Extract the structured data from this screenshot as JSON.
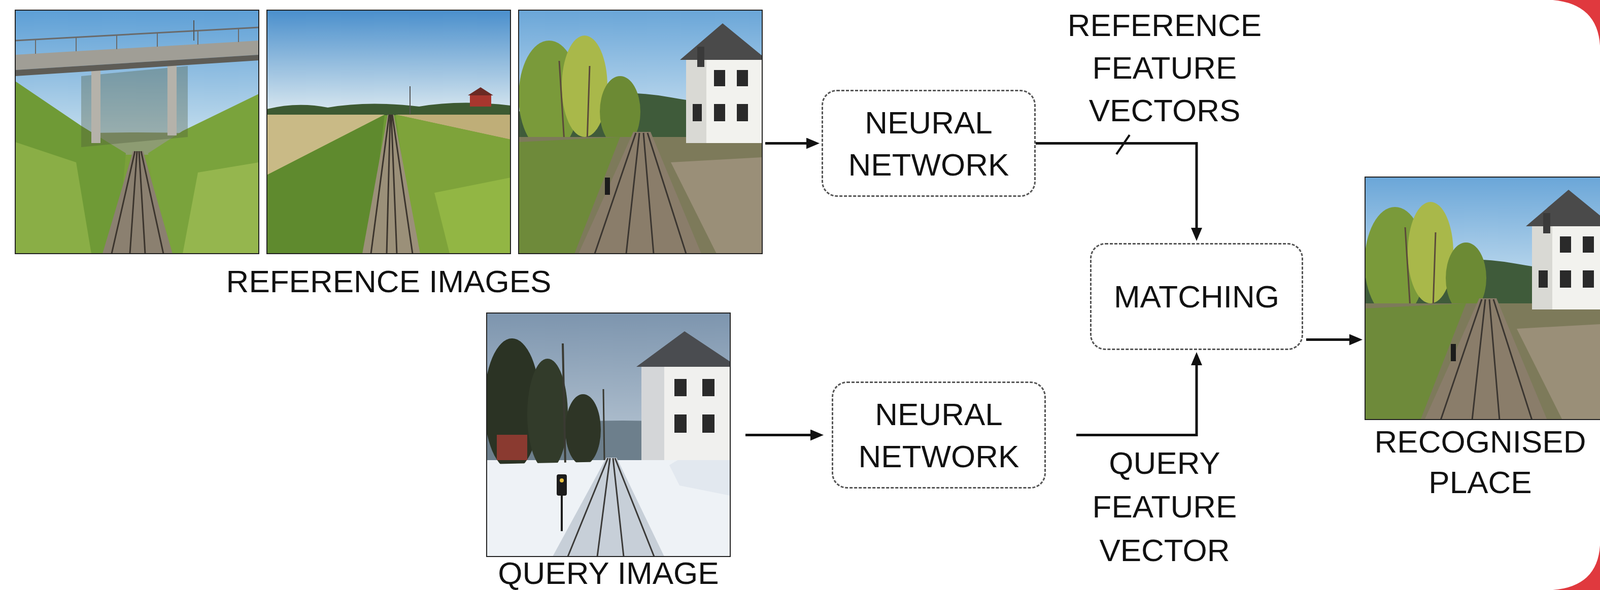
{
  "diagram": {
    "nodes": [
      {
        "text": [
          "REFERENCE IMAGES"
        ]
      },
      {
        "text": [
          "NEURAL NETWORK"
        ]
      },
      {
        "text": [
          "QUERY IMAGE"
        ]
      },
      {
        "text": [
          "NEURAL NETWORK"
        ]
      },
      {
        "text": [
          "MATCHING"
        ]
      },
      {
        "text": [
          "RECOGNISED PLACE"
        ]
      }
    ],
    "edges": [
      {
        "from": 0,
        "to": 1,
        "arrow": "to"
      },
      {
        "from": 2,
        "to": 3,
        "arrow": "to"
      },
      {
        "from": 1,
        "to": 4,
        "arrow": "to",
        "label": "REFERENCE FEATURE VECTORS"
      },
      {
        "from": 3,
        "to": 4,
        "arrow": "to",
        "label": "QUERY FEATURE VECTOR"
      },
      {
        "from": 4,
        "to": 5,
        "arrow": "to"
      }
    ]
  }
}
